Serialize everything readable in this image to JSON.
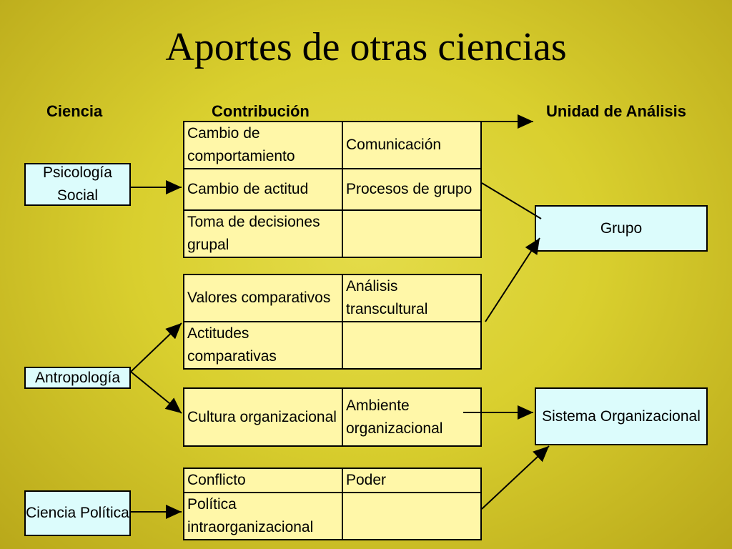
{
  "title": "Aportes de otras ciencias",
  "headers": {
    "ciencia": "Ciencia",
    "contribucion": "Contribución",
    "unidad": "Unidad de Análisis"
  },
  "ciencias": {
    "psicologia": "Psicología Social",
    "antropologia": "Antropología",
    "ciencia_politica": "Ciencia Política"
  },
  "unidades": {
    "grupo": "Grupo",
    "sistema": "Sistema Organizacional"
  },
  "tables": {
    "t1": [
      [
        "Cambio de comportamiento",
        "Comunicación"
      ],
      [
        "Cambio de actitud",
        "Procesos de grupo"
      ],
      [
        "Toma de decisiones grupal",
        ""
      ]
    ],
    "t2": [
      [
        "Valores comparativos",
        "Análisis transcultural"
      ],
      [
        "Actitudes comparativas",
        ""
      ]
    ],
    "t3": [
      [
        "Cultura organizacional",
        "Ambiente organizacional"
      ]
    ],
    "t4": [
      [
        "Conflicto",
        "Poder"
      ],
      [
        "Política intraorganizacional",
        ""
      ]
    ]
  }
}
